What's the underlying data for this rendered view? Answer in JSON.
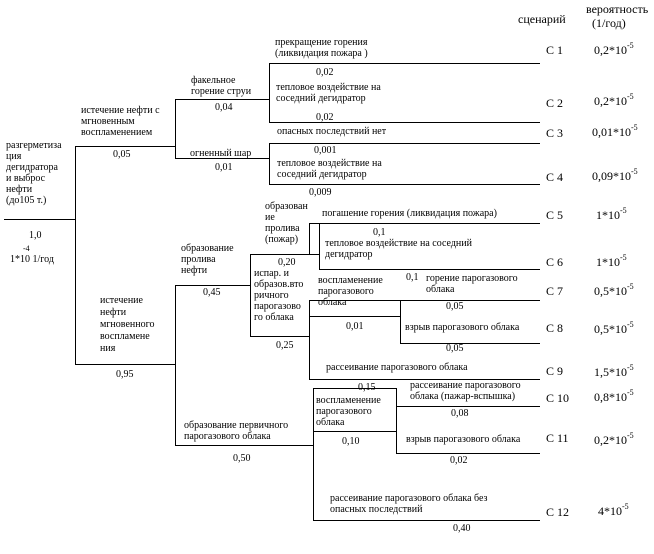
{
  "header": {
    "scenarios": "сценарий",
    "probability_line1": "вероятность",
    "probability_line2": "(1/год)"
  },
  "root": {
    "label": "разгерметиза\nция\nдегидратора\nи выброс\nнефти\n(до105 т.)",
    "prob_a": "1,0",
    "prob_b": "-4",
    "prob_c": "1*10  1/год"
  },
  "nodes": {
    "immediate_ignition": "истечение нефти с\nмгновенным\nвоспламенением",
    "no_immediate_ignition": "истечение\nнефти\nмгновенного\nвоспламене\nния",
    "jet_fire": "факельное\nгорение струи",
    "fireball": "огненный шар",
    "spill": "образование\nпролива\nнефти",
    "spill_fire": "образован\nие\nпролива\n(пожар)",
    "secondary_cloud": "испар. и\nобразов.вто\nричного\nпарогазово\nго облака",
    "secondary_ignition": "воспламенение\nпарогазового\nоблака",
    "primary_cloud": "образование первичного\nпарогазового облака",
    "primary_ignition": "воспламенение\nпарогазового\nоблака"
  },
  "probabilities": {
    "p_immediate": "0,05",
    "p_not_immediate": "0,95",
    "p_jet": "0,04",
    "p_fireball": "0,01",
    "p_s1": "0,02",
    "p_s2": "0,02",
    "p_s3": "0,001",
    "p_s4": "0,009",
    "p_spill": "0,45",
    "p_primary": "0,50",
    "p_spill_fire": "0,20",
    "p_secondary_cloud": "0,25",
    "p_s5": "0,1",
    "p_s6": "0,1",
    "p_sec_ign": "0,01",
    "p_s8": "0,05",
    "p_s9": "0,05",
    "p_s9b": "0,15",
    "p_prim_ign": "0,10",
    "p_s10": "0,08",
    "p_s11": "0,02",
    "p_s12": "0,40"
  },
  "outcomes": [
    {
      "label": "прекращение горения\n(ликвидация пожара )",
      "scenario": "С 1",
      "mantissa": "0,2*10",
      "exp": "-5"
    },
    {
      "label": "тепловое воздействие на\nсоседний дегидратор",
      "scenario": "С 2",
      "mantissa": "0,2*10",
      "exp": "-5"
    },
    {
      "label": "опасных последствий нет",
      "scenario": "С 3",
      "mantissa": "0,01*10",
      "exp": "-5"
    },
    {
      "label": "тепловое воздействие на\nсоседний дегидратор",
      "scenario": "С 4",
      "mantissa": "0,09*10",
      "exp": "-5"
    },
    {
      "label": "погашение горения (ликвидация пожара)",
      "scenario": "С 5",
      "mantissa": "1*10",
      "exp": "-5"
    },
    {
      "label": "тепловое воздействие на соседний\nдегидратор",
      "scenario": "С 6",
      "mantissa": "1*10",
      "exp": "-5"
    },
    {
      "label": "горение парогазового\nоблака",
      "scenario": "С 7",
      "mantissa": "0,5*10",
      "exp": "-5"
    },
    {
      "label": "взрыв парогазового облака",
      "scenario": "С 8",
      "mantissa": "0,5*10",
      "exp": "-5"
    },
    {
      "label": "рассеивание парогазового облака",
      "scenario": "С 9",
      "mantissa": "1,5*10",
      "exp": "-5"
    },
    {
      "label": "рассеивание парогазового\nоблака (пажар-вспышка)",
      "scenario": "С 10",
      "mantissa": "0,8*10",
      "exp": "-5"
    },
    {
      "label": "взрыв парогазового облака",
      "scenario": "С 11",
      "mantissa": "0,2*10",
      "exp": "-5"
    },
    {
      "label": "рассеивание парогазового облака без\nопасных последствий",
      "scenario": "С 12",
      "mantissa": "4*10",
      "exp": "-5"
    }
  ]
}
